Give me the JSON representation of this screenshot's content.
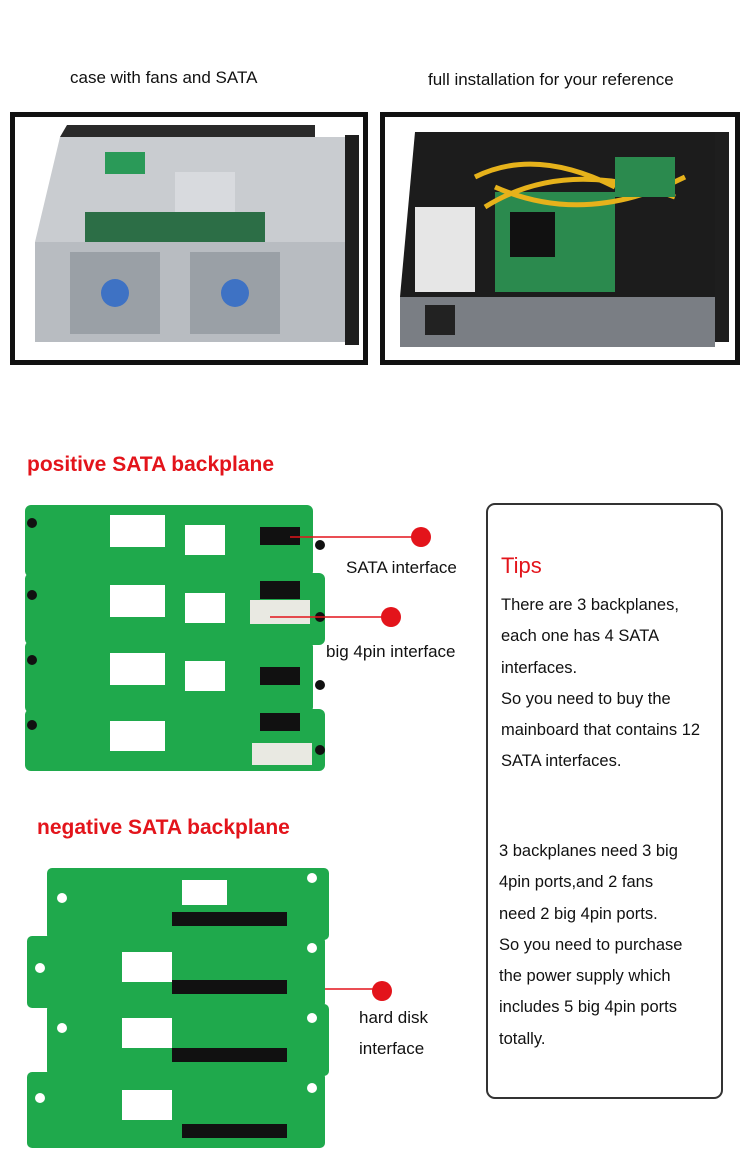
{
  "top": {
    "left_caption": "case with fans and SATA",
    "right_caption": "full installation for your reference"
  },
  "positive": {
    "title": "positive SATA backplane",
    "sata_label": "SATA interface",
    "pin_label": "big 4pin interface"
  },
  "negative": {
    "title": "negative SATA backplane",
    "hdd_label_line1": "hard disk",
    "hdd_label_line2": "interface"
  },
  "tips": {
    "title": "Tips",
    "para1": [
      "There are 3 backplanes,",
      "each one has 4 SATA",
      "interfaces.",
      "So you need to buy the",
      "mainboard that contains 12",
      "SATA interfaces."
    ],
    "para2": [
      "3 backplanes need 3 big",
      "4pin ports,and 2 fans",
      "need 2 big 4pin ports.",
      "So you need to purchase",
      "the power supply which",
      "includes 5 big 4pin ports",
      "totally."
    ]
  },
  "colors": {
    "accent_red": "#e3141b",
    "pcb_green": "#1fa94c",
    "frame_black": "#111111"
  }
}
